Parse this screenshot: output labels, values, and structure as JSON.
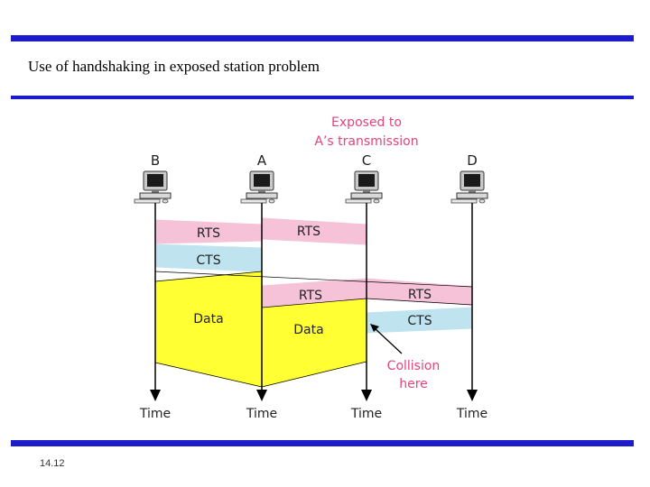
{
  "slide": {
    "title": "Use of handshaking in exposed station problem",
    "number": "14.12"
  },
  "diagram": {
    "stations": [
      "B",
      "A",
      "C",
      "D"
    ],
    "note_lines": [
      "Exposed to",
      "A’s transmission"
    ],
    "rts": "RTS",
    "cts": "CTS",
    "data": "Data",
    "time": "Time",
    "collision_lines": [
      "Collision",
      "here"
    ],
    "colors": {
      "rts": "#f6c2d8",
      "cts": "#bfe3ef",
      "data": "#ffff33",
      "note": "#e0457b",
      "line": "#000000"
    },
    "icon": "computer-icon"
  }
}
